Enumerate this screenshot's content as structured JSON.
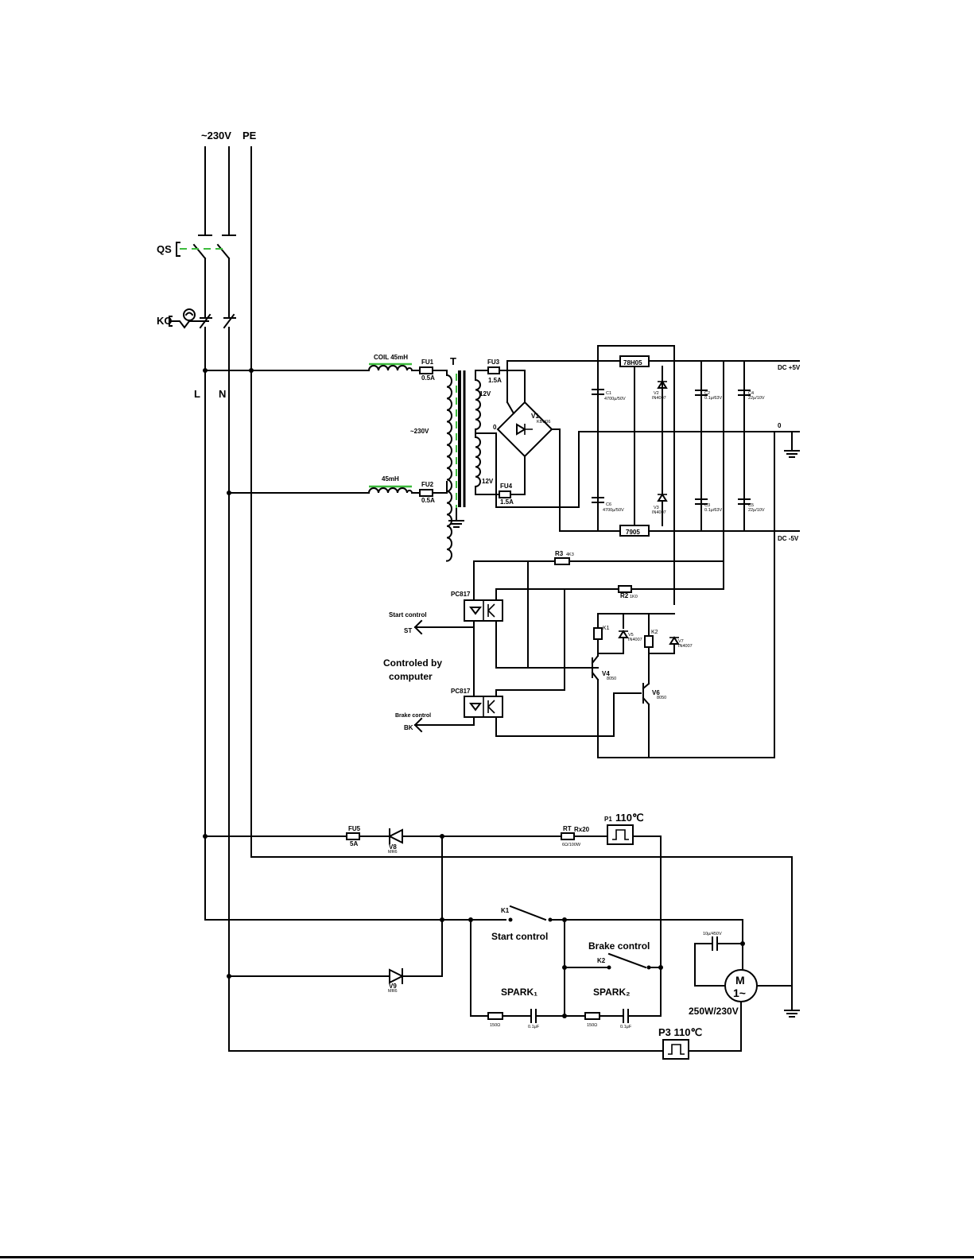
{
  "supply": {
    "ac": "~230V",
    "pe": "PE",
    "l": "L",
    "n": "N"
  },
  "switches": {
    "qs": "QS",
    "ko": "KO"
  },
  "input": {
    "coil1": "COIL  45mH",
    "coil2": "45mH",
    "fu1": "FU1",
    "fu1_val": "0.5A",
    "fu2": "FU2",
    "fu2_val": "0.5A",
    "transformer": "T",
    "primary": "~230V"
  },
  "secondary": {
    "v12a": "12V",
    "v12b": "12V",
    "zero": "0",
    "fu3": "FU3",
    "fu3_val": "1.5A",
    "fu4": "FU4",
    "fu4_val": "1.5A",
    "bridge": "V1",
    "bridge_val": "KBU06"
  },
  "regulators": {
    "pos": "78H05",
    "neg": "7905"
  },
  "caps": {
    "c1": "C1",
    "c1_val": "4700μ/50V",
    "c2": "C2",
    "c2_val": "0.1μ/63V",
    "c3": "C3",
    "c3_val": "0.1μ/63V",
    "c4": "C4",
    "c4_val": "22μ/10V",
    "c5": "C5",
    "c5_val": "22μ/10V",
    "c6": "C6",
    "c6_val": "4700μ/50V"
  },
  "diodes": {
    "v2": "V2",
    "v3": "V3",
    "v5": "V5",
    "v7": "V7",
    "val": "IN4007"
  },
  "rails": {
    "pos": "DC  +5V",
    "zero": "0",
    "neg": "DC  -5V"
  },
  "control": {
    "r3": "R3",
    "r3_val": "4K3",
    "r2": "R2",
    "r2_val": "1K0",
    "pc1": "PC817",
    "pc2": "PC817",
    "start_title": "Start control",
    "st": "ST",
    "brake_title": "Brake control",
    "bk": "BK",
    "computer_1": "Controled by",
    "computer_2": "computer",
    "k1": "K1",
    "k2": "K2",
    "v4": "V4",
    "v6": "V6",
    "trans_val": "8050"
  },
  "power": {
    "fu5": "FU5",
    "fu5_val": "5A",
    "v8": "V8",
    "v9": "V9",
    "diode_val": "MR6",
    "rt": "RT",
    "rt_name": "Rx20",
    "rt_val": "6Ω/100W",
    "p1": "P1",
    "p1_temp": "110℃",
    "p3": "P3 110℃",
    "k1": "K1",
    "k2": "K2",
    "start_control": "Start control",
    "brake_control": "Brake control",
    "spark1": "SPARK₁",
    "spark2": "SPARK₂",
    "r_spark": "150Ω",
    "c_spark1": "0.1μF",
    "c_spark2": "0.1μF",
    "motor_cap": "10μ/450V",
    "motor_m": "M",
    "motor_phase": "1~",
    "motor_rating": "250W/230V"
  }
}
